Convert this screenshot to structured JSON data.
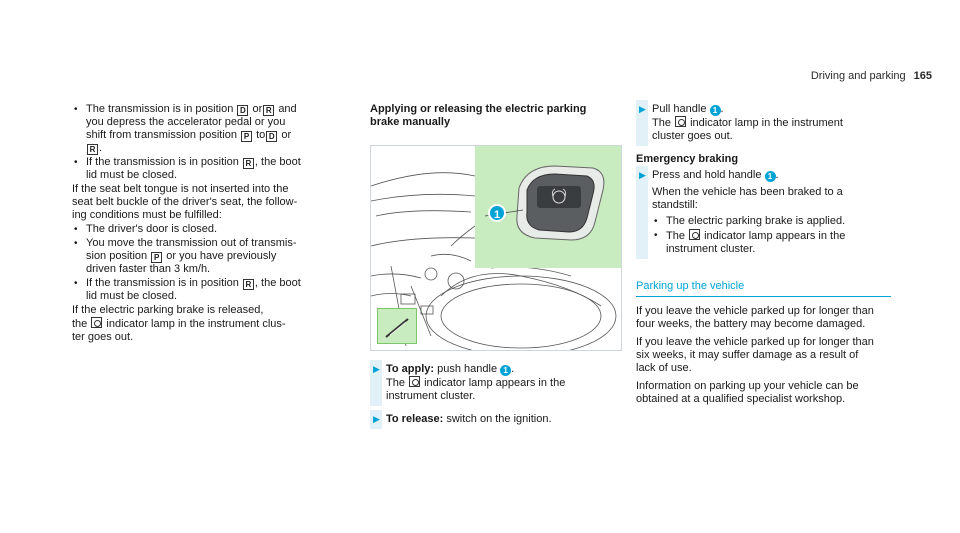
{
  "header": {
    "section": "Driving and parking",
    "page": "165"
  },
  "col1": {
    "b1": [
      "The transmission is in position",
      "or",
      "and",
      "you depress the accelerator pedal or you",
      "shift from transmission position",
      "to",
      "or"
    ],
    "b2": [
      "If the transmission is in position",
      ", the boot",
      "lid must be closed."
    ],
    "p1": [
      "If the seat belt tongue is not inserted into the",
      "seat belt buckle of the driver's seat, the follow-",
      "ing conditions must be fulfilled:"
    ],
    "b3": "The driver's door is closed.",
    "b4": [
      "You move the transmission out of transmis-",
      "sion position",
      "or you have previously",
      "driven faster than 3 km/h."
    ],
    "b5": [
      "If the transmission is in position",
      ", the boot",
      "lid must be closed."
    ],
    "p2": [
      "If the electric parking brake is released,",
      "the",
      "indicator lamp in the instrument clus-",
      "ter goes out."
    ]
  },
  "col2": {
    "heading1": "Applying or releasing the electric parking",
    "heading2": "brake manually",
    "s1_label": "To apply:",
    "s1_text": " push handle ",
    "s1_l2a": "The",
    "s1_l2b": "indicator lamp appears in the",
    "s1_l3": "instrument cluster.",
    "s2_label": "To release:",
    "s2_text": " switch on the ignition."
  },
  "col3": {
    "s1_text": "Pull handle ",
    "s1_l2a": "The",
    "s1_l2b": "indicator lamp in the instrument",
    "s1_l3": "cluster goes out.",
    "emergency": "Emergency braking",
    "s2_l1": "Press and hold handle ",
    "s2_l2": "When the vehicle has been braked to a",
    "s2_l3": "standstill:",
    "b1": "The electric parking brake is applied.",
    "b2a": "The",
    "b2b": "indicator lamp appears in the",
    "b2c": "instrument cluster.",
    "section": "Parking up the vehicle",
    "p1": [
      "If you leave the vehicle parked up for longer than",
      "four weeks, the battery may become damaged."
    ],
    "p2": [
      "If you leave the vehicle parked up for longer than",
      "six weeks, it may suffer damage as a result of",
      "lack of use."
    ],
    "p3": [
      "Information on parking up your vehicle can be",
      "obtained at a qualified specialist workshop."
    ]
  },
  "symbols": {
    "D": "D",
    "R": "R",
    "P": "P",
    "one": "1"
  },
  "colors": {
    "accent": "#00a3d6",
    "highlight": "#c8ebbf"
  }
}
